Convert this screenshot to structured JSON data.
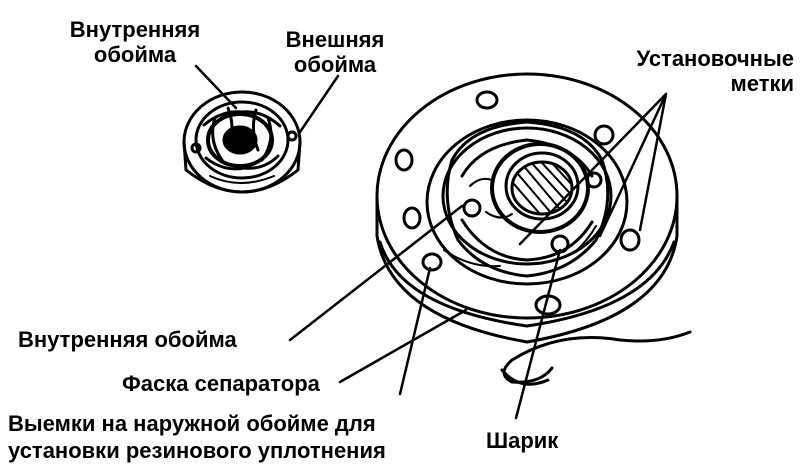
{
  "labels": {
    "small_inner_race_l1": "Внутренняя",
    "small_inner_race_l2": "обойма",
    "small_outer_race_l1": "Внешняя",
    "small_outer_race_l2": "обойма",
    "alignment_marks_l1": "Установочные",
    "alignment_marks_l2": "метки",
    "inner_race": "Внутренняя обойма",
    "cage_chamfer": "Фаска сепаратора",
    "outer_race_grooves_l1": "Выемки на наружной обойме для",
    "outer_race_grooves_l2": "установки резинового уплотнения",
    "ball": "Шарик"
  }
}
